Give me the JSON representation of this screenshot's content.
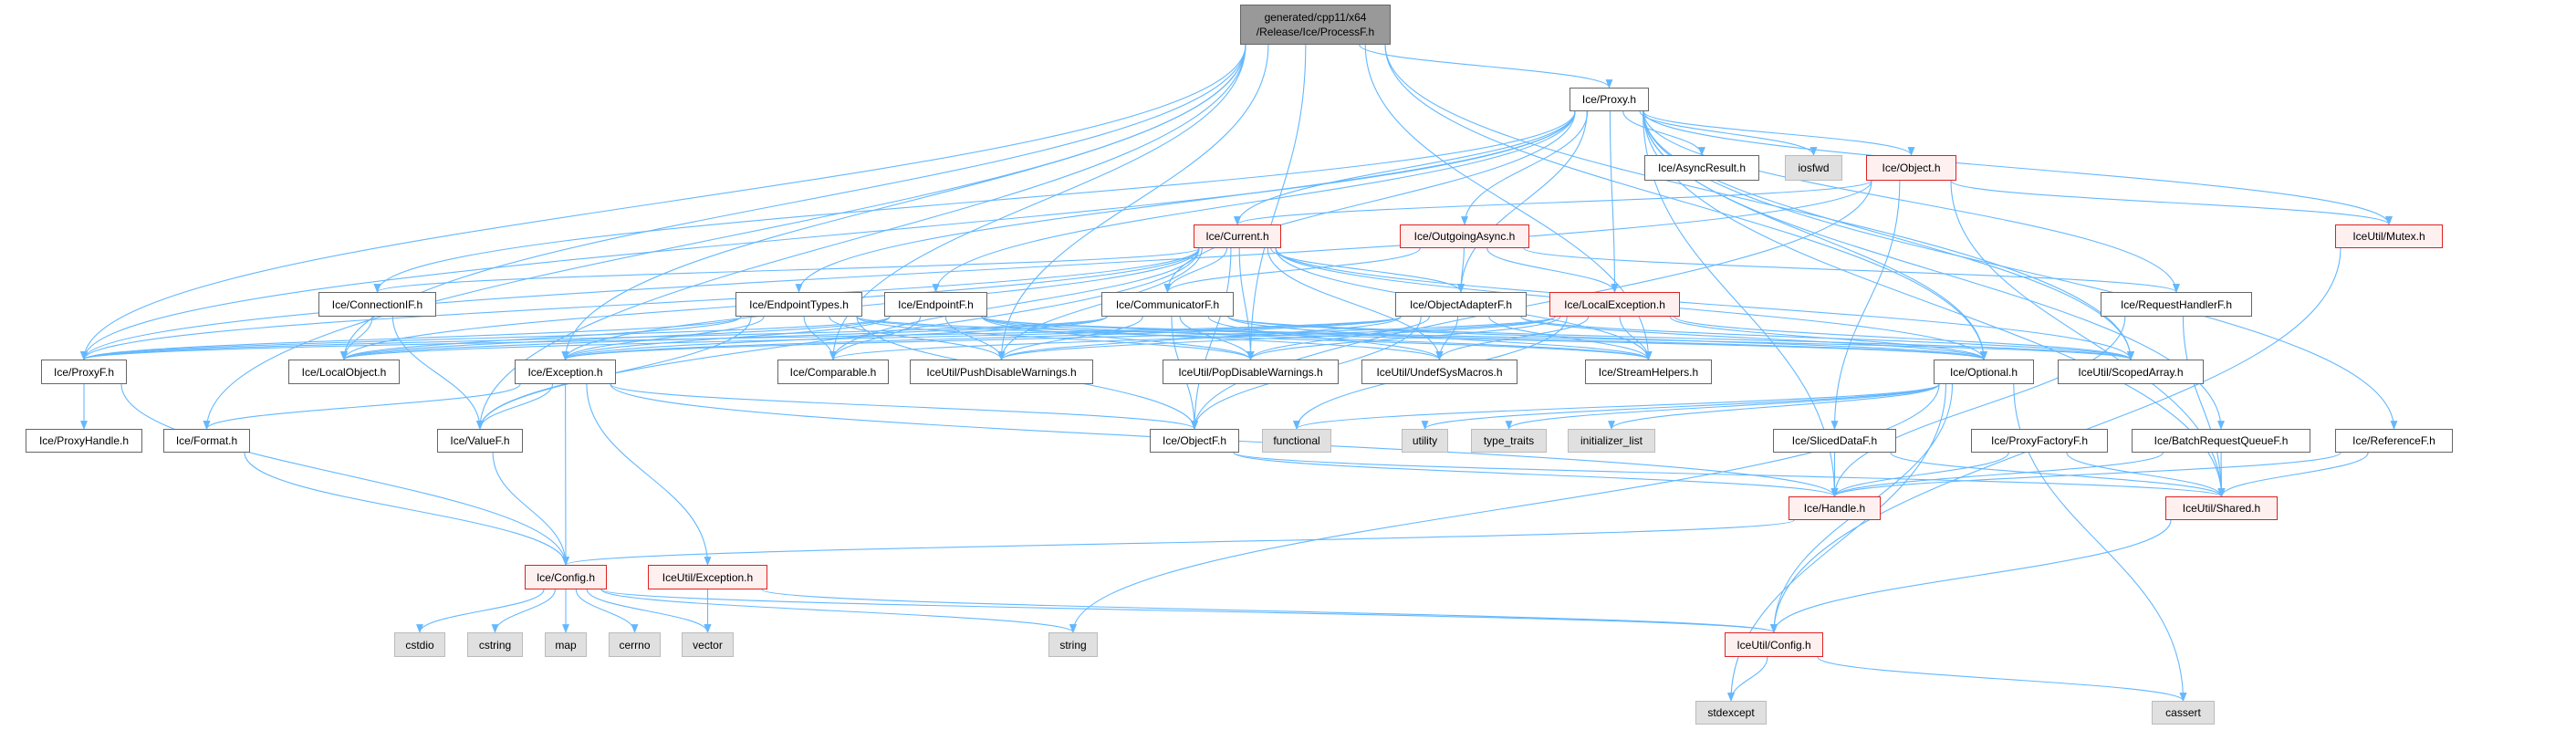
{
  "graph": {
    "colors": {
      "edge": "#63b8ff",
      "normal_border": "#666666",
      "red_border": "#e02020",
      "red_fill": "#fff0f0",
      "gray_fill": "#e0e0e0",
      "root_fill": "#999999"
    },
    "nodes": [
      {
        "id": "root",
        "label_line1": "generated/cpp11/x64",
        "label_line2": "/Release/Ice/ProcessF.h",
        "kind": "root"
      },
      {
        "id": "proxy",
        "label": "Ice/Proxy.h",
        "kind": "normal"
      },
      {
        "id": "asyncresult",
        "label": "Ice/AsyncResult.h",
        "kind": "normal"
      },
      {
        "id": "iosfwd",
        "label": "iosfwd",
        "kind": "gray"
      },
      {
        "id": "object",
        "label": "Ice/Object.h",
        "kind": "red"
      },
      {
        "id": "current",
        "label": "Ice/Current.h",
        "kind": "red"
      },
      {
        "id": "outgoingasync",
        "label": "Ice/OutgoingAsync.h",
        "kind": "red"
      },
      {
        "id": "mutex",
        "label": "IceUtil/Mutex.h",
        "kind": "red"
      },
      {
        "id": "connectionif",
        "label": "Ice/ConnectionIF.h",
        "kind": "normal"
      },
      {
        "id": "endpointtypes",
        "label": "Ice/EndpointTypes.h",
        "kind": "normal"
      },
      {
        "id": "endpointf",
        "label": "Ice/EndpointF.h",
        "kind": "normal"
      },
      {
        "id": "communicatorf",
        "label": "Ice/CommunicatorF.h",
        "kind": "normal"
      },
      {
        "id": "objectadapterf",
        "label": "Ice/ObjectAdapterF.h",
        "kind": "normal"
      },
      {
        "id": "localexception",
        "label": "Ice/LocalException.h",
        "kind": "red"
      },
      {
        "id": "requesthandlerf",
        "label": "Ice/RequestHandlerF.h",
        "kind": "normal"
      },
      {
        "id": "proxyf",
        "label": "Ice/ProxyF.h",
        "kind": "normal"
      },
      {
        "id": "localobject",
        "label": "Ice/LocalObject.h",
        "kind": "normal"
      },
      {
        "id": "exception",
        "label": "Ice/Exception.h",
        "kind": "normal"
      },
      {
        "id": "comparable",
        "label": "Ice/Comparable.h",
        "kind": "normal"
      },
      {
        "id": "pushdisable",
        "label": "IceUtil/PushDisableWarnings.h",
        "kind": "normal"
      },
      {
        "id": "popdisable",
        "label": "IceUtil/PopDisableWarnings.h",
        "kind": "normal"
      },
      {
        "id": "undefsys",
        "label": "IceUtil/UndefSysMacros.h",
        "kind": "normal"
      },
      {
        "id": "streamhelpers",
        "label": "Ice/StreamHelpers.h",
        "kind": "normal"
      },
      {
        "id": "optional",
        "label": "Ice/Optional.h",
        "kind": "normal"
      },
      {
        "id": "scopedarray",
        "label": "IceUtil/ScopedArray.h",
        "kind": "normal"
      },
      {
        "id": "proxyhandle",
        "label": "Ice/ProxyHandle.h",
        "kind": "normal"
      },
      {
        "id": "format",
        "label": "Ice/Format.h",
        "kind": "normal"
      },
      {
        "id": "valuef",
        "label": "Ice/ValueF.h",
        "kind": "normal"
      },
      {
        "id": "objectf",
        "label": "Ice/ObjectF.h",
        "kind": "normal"
      },
      {
        "id": "functional",
        "label": "functional",
        "kind": "gray"
      },
      {
        "id": "utility",
        "label": "utility",
        "kind": "gray"
      },
      {
        "id": "type_traits",
        "label": "type_traits",
        "kind": "gray"
      },
      {
        "id": "initializer_list",
        "label": "initializer_list",
        "kind": "gray"
      },
      {
        "id": "sliceddataf",
        "label": "Ice/SlicedDataF.h",
        "kind": "normal"
      },
      {
        "id": "proxyfactoryf",
        "label": "Ice/ProxyFactoryF.h",
        "kind": "normal"
      },
      {
        "id": "batchrequestqueuef",
        "label": "Ice/BatchRequestQueueF.h",
        "kind": "normal"
      },
      {
        "id": "referencef",
        "label": "Ice/ReferenceF.h",
        "kind": "normal"
      },
      {
        "id": "handle",
        "label": "Ice/Handle.h",
        "kind": "red"
      },
      {
        "id": "shared",
        "label": "IceUtil/Shared.h",
        "kind": "red"
      },
      {
        "id": "config",
        "label": "Ice/Config.h",
        "kind": "red"
      },
      {
        "id": "iceutilexception",
        "label": "IceUtil/Exception.h",
        "kind": "red"
      },
      {
        "id": "cstdio",
        "label": "cstdio",
        "kind": "gray"
      },
      {
        "id": "cstring",
        "label": "cstring",
        "kind": "gray"
      },
      {
        "id": "map",
        "label": "map",
        "kind": "gray"
      },
      {
        "id": "cerrno",
        "label": "cerrno",
        "kind": "gray"
      },
      {
        "id": "vector",
        "label": "vector",
        "kind": "gray"
      },
      {
        "id": "string",
        "label": "string",
        "kind": "gray"
      },
      {
        "id": "iceutilconfig",
        "label": "IceUtil/Config.h",
        "kind": "red"
      },
      {
        "id": "stdexcept",
        "label": "stdexcept",
        "kind": "gray"
      },
      {
        "id": "cassert",
        "label": "cassert",
        "kind": "gray"
      }
    ],
    "edges": [
      [
        "root",
        "proxy"
      ],
      [
        "root",
        "proxyf"
      ],
      [
        "root",
        "localobject"
      ],
      [
        "root",
        "exception"
      ],
      [
        "root",
        "pushdisable"
      ],
      [
        "root",
        "popdisable"
      ],
      [
        "root",
        "valuef"
      ],
      [
        "root",
        "format"
      ],
      [
        "root",
        "optional"
      ],
      [
        "root",
        "scopedarray"
      ],
      [
        "root",
        "streamhelpers"
      ],
      [
        "root",
        "comparable"
      ],
      [
        "proxy",
        "asyncresult"
      ],
      [
        "proxy",
        "iosfwd"
      ],
      [
        "proxy",
        "object"
      ],
      [
        "proxy",
        "current"
      ],
      [
        "proxy",
        "outgoingasync"
      ],
      [
        "proxy",
        "objectadapterf"
      ],
      [
        "proxy",
        "localexception"
      ],
      [
        "proxy",
        "communicatorf"
      ],
      [
        "proxy",
        "endpointf"
      ],
      [
        "proxy",
        "endpointtypes"
      ],
      [
        "proxy",
        "connectionif"
      ],
      [
        "proxy",
        "requesthandlerf"
      ],
      [
        "proxy",
        "mutex"
      ],
      [
        "proxy",
        "referencef"
      ],
      [
        "proxy",
        "batchrequestqueuef"
      ],
      [
        "proxy",
        "shared"
      ],
      [
        "proxy",
        "proxyf"
      ],
      [
        "proxy",
        "scopedarray"
      ],
      [
        "proxy",
        "optional"
      ],
      [
        "proxy",
        "handle"
      ],
      [
        "object",
        "current"
      ],
      [
        "object",
        "objectf"
      ],
      [
        "object",
        "mutex"
      ],
      [
        "object",
        "shared"
      ],
      [
        "object",
        "proxyf"
      ],
      [
        "object",
        "sliceddataf"
      ],
      [
        "current",
        "objectadapterf"
      ],
      [
        "current",
        "communicatorf"
      ],
      [
        "current",
        "connectionif"
      ],
      [
        "current",
        "objectf"
      ],
      [
        "current",
        "popdisable"
      ],
      [
        "current",
        "pushdisable"
      ],
      [
        "current",
        "undefsys"
      ],
      [
        "current",
        "streamhelpers"
      ],
      [
        "current",
        "optional"
      ],
      [
        "current",
        "scopedarray"
      ],
      [
        "current",
        "localobject"
      ],
      [
        "current",
        "proxyf"
      ],
      [
        "current",
        "exception"
      ],
      [
        "current",
        "comparable"
      ],
      [
        "current",
        "valuef"
      ],
      [
        "outgoingasync",
        "objectadapterf"
      ],
      [
        "outgoingasync",
        "localexception"
      ],
      [
        "outgoingasync",
        "communicatorf"
      ],
      [
        "outgoingasync",
        "requesthandlerf"
      ],
      [
        "connectionif",
        "localobject"
      ],
      [
        "connectionif",
        "valuef"
      ],
      [
        "endpointtypes",
        "pushdisable"
      ],
      [
        "endpointtypes",
        "popdisable"
      ],
      [
        "endpointtypes",
        "comparable"
      ],
      [
        "endpointtypes",
        "proxyf"
      ],
      [
        "endpointtypes",
        "localobject"
      ],
      [
        "endpointtypes",
        "exception"
      ],
      [
        "endpointtypes",
        "valuef"
      ],
      [
        "endpointtypes",
        "streamhelpers"
      ],
      [
        "endpointtypes",
        "optional"
      ],
      [
        "endpointtypes",
        "objectf"
      ],
      [
        "endpointf",
        "pushdisable"
      ],
      [
        "endpointf",
        "popdisable"
      ],
      [
        "endpointf",
        "comparable"
      ],
      [
        "endpointf",
        "proxyf"
      ],
      [
        "endpointf",
        "localobject"
      ],
      [
        "endpointf",
        "exception"
      ],
      [
        "endpointf",
        "undefsys"
      ],
      [
        "endpointf",
        "streamhelpers"
      ],
      [
        "endpointf",
        "optional"
      ],
      [
        "endpointf",
        "scopedarray"
      ],
      [
        "communicatorf",
        "pushdisable"
      ],
      [
        "communicatorf",
        "popdisable"
      ],
      [
        "communicatorf",
        "undefsys"
      ],
      [
        "communicatorf",
        "objectf"
      ],
      [
        "communicatorf",
        "localobject"
      ],
      [
        "communicatorf",
        "proxyf"
      ],
      [
        "communicatorf",
        "exception"
      ],
      [
        "communicatorf",
        "streamhelpers"
      ],
      [
        "communicatorf",
        "optional"
      ],
      [
        "communicatorf",
        "scopedarray"
      ],
      [
        "objectadapterf",
        "pushdisable"
      ],
      [
        "objectadapterf",
        "popdisable"
      ],
      [
        "objectadapterf",
        "undefsys"
      ],
      [
        "objectadapterf",
        "streamhelpers"
      ],
      [
        "objectadapterf",
        "optional"
      ],
      [
        "objectadapterf",
        "scopedarray"
      ],
      [
        "objectadapterf",
        "localobject"
      ],
      [
        "objectadapterf",
        "proxyf"
      ],
      [
        "objectadapterf",
        "exception"
      ],
      [
        "objectadapterf",
        "objectf"
      ],
      [
        "localexception",
        "exception"
      ],
      [
        "localexception",
        "streamhelpers"
      ],
      [
        "localexception",
        "undefsys"
      ],
      [
        "localexception",
        "optional"
      ],
      [
        "localexception",
        "scopedarray"
      ],
      [
        "localexception",
        "pushdisable"
      ],
      [
        "localexception",
        "popdisable"
      ],
      [
        "localexception",
        "comparable"
      ],
      [
        "localexception",
        "functional"
      ],
      [
        "requesthandlerf",
        "shared"
      ],
      [
        "requesthandlerf",
        "handle"
      ],
      [
        "proxyf",
        "proxyhandle"
      ],
      [
        "proxyf",
        "config"
      ],
      [
        "exception",
        "format"
      ],
      [
        "exception",
        "valuef"
      ],
      [
        "exception",
        "config"
      ],
      [
        "exception",
        "iceutilexception"
      ],
      [
        "exception",
        "handle"
      ],
      [
        "exception",
        "objectf"
      ],
      [
        "valuef",
        "config"
      ],
      [
        "format",
        "config"
      ],
      [
        "config",
        "cstdio"
      ],
      [
        "config",
        "cstring"
      ],
      [
        "config",
        "map"
      ],
      [
        "config",
        "cerrno"
      ],
      [
        "config",
        "vector"
      ],
      [
        "config",
        "string"
      ],
      [
        "config",
        "iceutilconfig"
      ],
      [
        "iceutilexception",
        "vector"
      ],
      [
        "iceutilexception",
        "iceutilconfig"
      ],
      [
        "optional",
        "functional"
      ],
      [
        "optional",
        "utility"
      ],
      [
        "optional",
        "type_traits"
      ],
      [
        "optional",
        "initializer_list"
      ],
      [
        "optional",
        "string"
      ],
      [
        "optional",
        "stdexcept"
      ],
      [
        "optional",
        "cassert"
      ],
      [
        "optional",
        "iceutilconfig"
      ],
      [
        "objectf",
        "handle"
      ],
      [
        "objectf",
        "shared"
      ],
      [
        "sliceddataf",
        "handle"
      ],
      [
        "sliceddataf",
        "shared"
      ],
      [
        "proxyfactoryf",
        "handle"
      ],
      [
        "proxyfactoryf",
        "shared"
      ],
      [
        "batchrequestqueuef",
        "handle"
      ],
      [
        "batchrequestqueuef",
        "shared"
      ],
      [
        "referencef",
        "handle"
      ],
      [
        "referencef",
        "shared"
      ],
      [
        "handle",
        "config"
      ],
      [
        "shared",
        "iceutilconfig"
      ],
      [
        "mutex",
        "iceutilconfig"
      ],
      [
        "iceutilconfig",
        "stdexcept"
      ],
      [
        "iceutilconfig",
        "cassert"
      ]
    ]
  }
}
